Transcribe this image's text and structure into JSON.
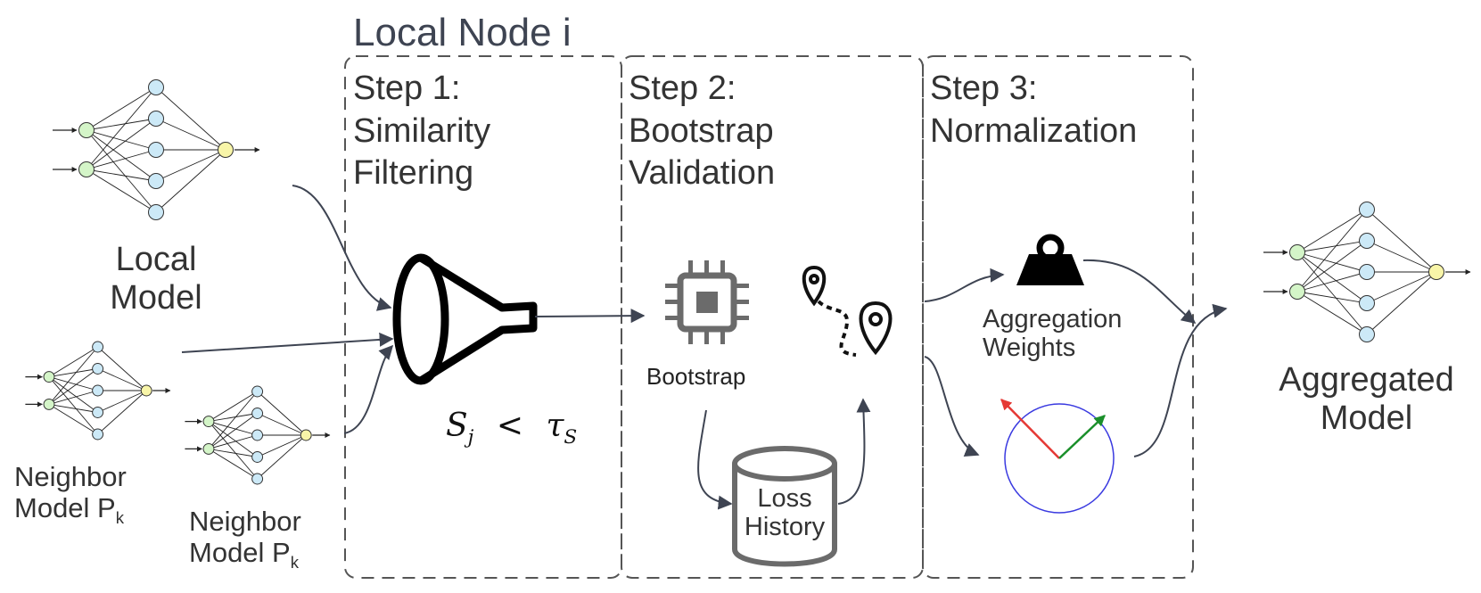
{
  "title": "Local Node i",
  "steps": [
    {
      "line1": "Step 1:",
      "line2": "Similarity",
      "line3": "Filtering"
    },
    {
      "line1": "Step 2:",
      "line2": "Bootstrap",
      "line3": "Validation"
    },
    {
      "line1": "Step 3:",
      "line2": "Normalization",
      "line3": ""
    }
  ],
  "local_model": {
    "line1": "Local",
    "line2": "Model"
  },
  "neighbor_a": {
    "line1": "Neighbor",
    "line2": "Model P",
    "sub": "k"
  },
  "neighbor_b": {
    "line1": "Neighbor",
    "line2": "Model P",
    "sub": "k"
  },
  "aggregated_model": {
    "line1": "Aggregated",
    "line2": "Model"
  },
  "formula": {
    "lhs": "S",
    "lhs_sub": "j",
    "op": "<",
    "rhs": "τ",
    "rhs_sub": "S"
  },
  "bootstrap_label": "Bootstrap",
  "loss_history": {
    "line1": "Loss",
    "line2": "History"
  },
  "aggregation_weights": {
    "line1": "Aggregation",
    "line2": "Weights"
  },
  "icons": [
    "funnel-icon",
    "chip-icon",
    "route-pin-icon",
    "database-icon",
    "weight-icon",
    "unit-circle-icon"
  ],
  "colors": {
    "input_node": "#d4f5c8",
    "hidden_node": "#cce9f7",
    "output_node": "#f8f5a8",
    "line": "#3e4452",
    "red_vector": "#e53935",
    "green_vector": "#1a8f2a",
    "circle": "#3a3ae0"
  }
}
